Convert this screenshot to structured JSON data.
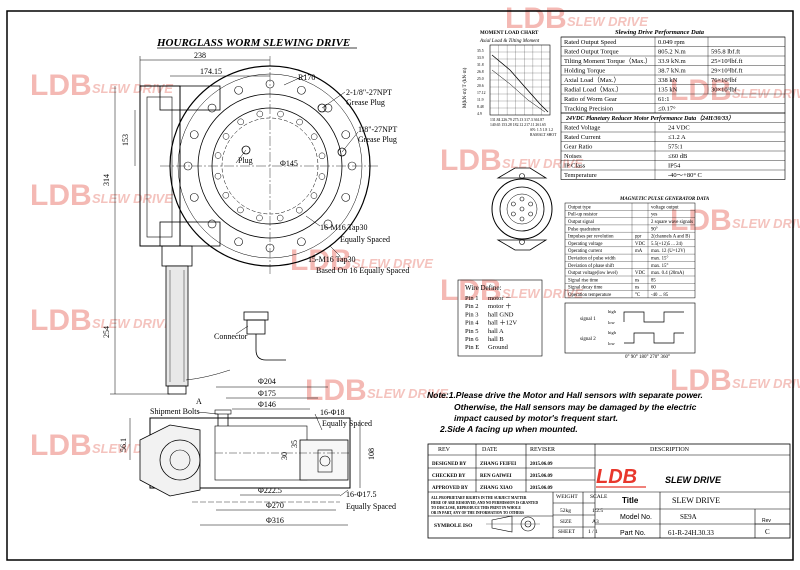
{
  "drawing_title": "HOURGLASS WORM SLEWING DRIVE",
  "brand": {
    "name": "LDB",
    "tagline": "SLEW DRIVE",
    "accent": "#e8372c"
  },
  "watermark": {
    "name": "LDB",
    "tagline": "SLEW DRIVE"
  },
  "dims_front": {
    "d238": "238",
    "d174": "174.15",
    "r170": "R170",
    "grease1": "2-1/8\"-27NPT",
    "grease1b": "Grease Plug",
    "grease2": "1/8\"-27NPT",
    "grease2b": "Grease Plug",
    "plug": "Plug",
    "phi145": "Φ145",
    "d153": "153",
    "d314": "314",
    "d254": "254",
    "m16a": "16-M16 Tap30",
    "m16ab": "Equally Spaced",
    "m16b": "15-M16 Tap30",
    "m16bb": "Based On 16 Equally Spaced",
    "connector": "Connector"
  },
  "dims_side": {
    "phi204": "Φ204",
    "phi175": "Φ175",
    "phi146": "Φ146",
    "a": "A",
    "bolts": "Shipment Bolts",
    "h18": "16-Φ18",
    "h18b": "Equally Spaced",
    "d56": "56.1",
    "d30": "30",
    "d35": "35",
    "d108": "108",
    "phi222": "Φ222.5",
    "phi270": "Φ270",
    "phi316": "Φ316",
    "h17": "16-Φ17.5",
    "h17b": "Equally Spaced"
  },
  "moment_chart": {
    "title": "MOMENT LOAD CHART",
    "subtitle": "Axial Load & Tilting Moment",
    "ylabel": "M(kN·m)  T·(kN·m)",
    "yticks": [
      "35.5",
      "33.9",
      "31.8",
      "26.8",
      "25.0",
      "20.6",
      "17.12",
      "11.9",
      "8.48",
      "4.9"
    ],
    "xticks": "131.84 226.79 275.13 317.3 361.87",
    "xticks2": "140.65 153.28 182.12 217.11 261.65",
    "note": "SN: 1.5 1.8 1.2",
    "note2": "RAMALT SHOT"
  },
  "perf_table": {
    "title": "Slewing Drive Performance Data",
    "rows": [
      [
        "Rated Output Speed",
        "0.049 rpm",
        ""
      ],
      [
        "Rated Output Torque",
        "805.2 N.m",
        "595.8 lbf.ft"
      ],
      [
        "Tilting Moment Torque（Max.）",
        "33.9 kN.m",
        "25×10³lbf.ft"
      ],
      [
        "Holding Torque",
        "38.7 kN.m",
        "29×10³lbf.ft"
      ],
      [
        "Axial Load（Max.）",
        "338 kN",
        "76×10³lbf"
      ],
      [
        "Radial Load（Max.）",
        "135 kN",
        "30×10³lbf"
      ],
      [
        "Ratio of Worm Gear",
        "61:1",
        ""
      ],
      [
        "Tracking Precision",
        "≤0.17°",
        ""
      ]
    ],
    "reducer_title": "24VDC Planetary Reducer Motor Performance Data（24H/30/33）",
    "reducer_rows": [
      [
        "Rated Voltage",
        "24 VDC"
      ],
      [
        "Rated Current",
        "≤1.2 A"
      ],
      [
        "Gear Ratio",
        "575:1"
      ],
      [
        "Noises",
        "≤60 dB"
      ],
      [
        "IP Class",
        "IP54"
      ],
      [
        "Temperature",
        "-40～+80° C"
      ]
    ]
  },
  "magnetic_table": {
    "title": "MAGNETIC PULSE GENERATOR DATA",
    "rows": [
      [
        "Output type",
        "",
        "voltage output"
      ],
      [
        "Pull-up resistor",
        "",
        "yes"
      ],
      [
        "Output signal",
        "",
        "2 square wave signals"
      ],
      [
        "Pulse quadrature",
        "",
        "90°"
      ],
      [
        "Impulses per revolution",
        "ppr",
        "2(channels A and B)"
      ],
      [
        "Operating voltage",
        "VDC",
        "5.5(+12)5 ... 24)"
      ],
      [
        "Operating current",
        "mA",
        "max. 12 (U=12V)"
      ],
      [
        "Deviation of pulse width",
        "",
        "max. 15°"
      ],
      [
        "Deviation of phase shift",
        "",
        "max. 15°"
      ],
      [
        "Output voltage(low level)",
        "VDC",
        "max. 0.4 (20mA)"
      ],
      [
        "Signal rise time",
        "ns",
        "85"
      ],
      [
        "Signal decay time",
        "ns",
        "60"
      ],
      [
        "Operation temperature",
        "°C",
        "-40 ... 85"
      ]
    ],
    "signal1": "signal 1",
    "signal2": "signal 2",
    "high": "high",
    "low": "low",
    "angles": "0°  90°  180° 270° 360°"
  },
  "wire_def": {
    "title": "Wire Define:",
    "pins": [
      [
        "Pin 1",
        "motor －"
      ],
      [
        "Pin 2",
        "motor ＋"
      ],
      [
        "Pin 3",
        "hall GND"
      ],
      [
        "Pin 4",
        "hall ＋12V"
      ],
      [
        "Pin 5",
        "hall A"
      ],
      [
        "Pin 6",
        "hall B"
      ],
      [
        "Pin E",
        "Ground"
      ]
    ]
  },
  "notes": {
    "n1": "Note:1.Please drive the Motor and Hall sensors with separate power.",
    "n2": "Otherwise, the Hall sensors may be damaged by the electric",
    "n3": "impact caused by motor's frequent start.",
    "n4": "2.Side A facing up when mounted."
  },
  "title_block": {
    "rev_h": "REV",
    "date_h": "DATE",
    "reviser_h": "REVISER",
    "desc_h": "DESCRIPTION",
    "designed_l": "DESIGNED BY",
    "designed_n": "ZHANG FEIFEI",
    "designed_d": "2015.06.09",
    "checked_l": "CHECKED BY",
    "checked_n": "REN GAIWEI",
    "checked_d": "2015.06.09",
    "approved_l": "APPROVED BY",
    "approved_n": "ZHANG XIAO",
    "approved_d": "2015.06.09",
    "rights1": "ALL PROPRIETARY RIGHTS IN THE SUBJECT MATTER",
    "rights2": "HERE OF ARE RESERVED, AND NO PERMISSION IS GRANTED",
    "rights3": "TO DISCLOSE, REPRODUCE THIS PRINT IN WHOLE",
    "rights4": "OR IN PART, ANY OF THE INFORMATION TO OTHERS",
    "weight_l": "WEIGHT",
    "weight_v": "52kg",
    "scale_l": "SCALE",
    "scale_v": "1:2.5",
    "size_l": "SIZE",
    "size_v": "A3",
    "sheet_l": "SHEET",
    "sheet_v": "1 / 1",
    "symbole": "SYMBOLE ISO",
    "title_l": "Title",
    "title_v": "SLEW DRIVE",
    "model_l": "Model No.",
    "model_v": "SE9A",
    "part_l": "Part No.",
    "part_v": "61-R-24H.30.33",
    "rev_l": "Rev",
    "rev_v": "C"
  }
}
